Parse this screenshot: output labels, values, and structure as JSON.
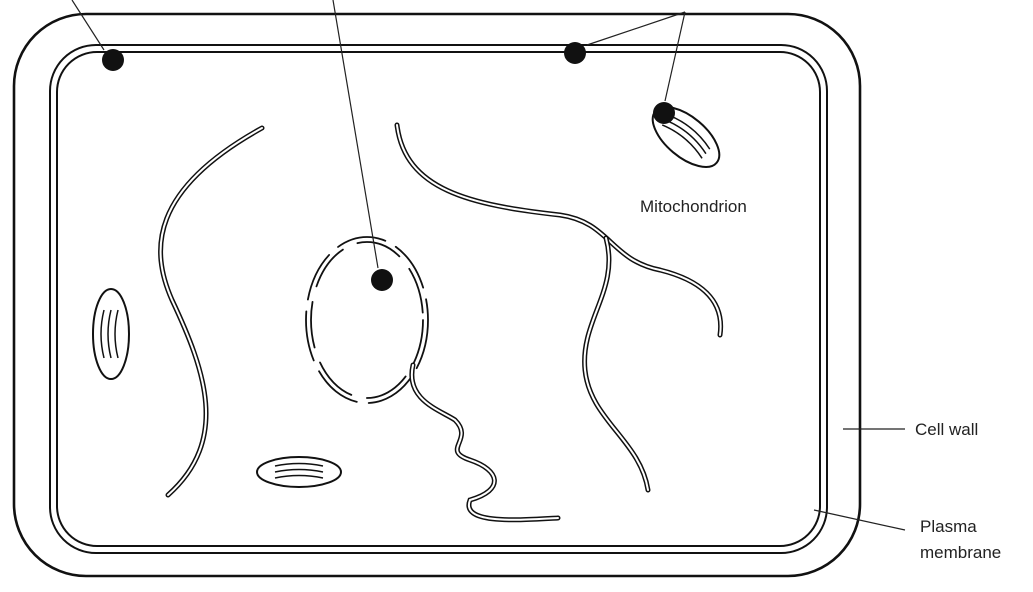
{
  "labels": {
    "mitochondrion": "Mitochondrion",
    "cell_wall": "Cell wall",
    "plasma_membrane_line1": "Plasma",
    "plasma_membrane_line2": "membrane"
  },
  "colors": {
    "stroke": "#111111",
    "dot": "#111111",
    "background": "#ffffff",
    "text": "#222222"
  }
}
